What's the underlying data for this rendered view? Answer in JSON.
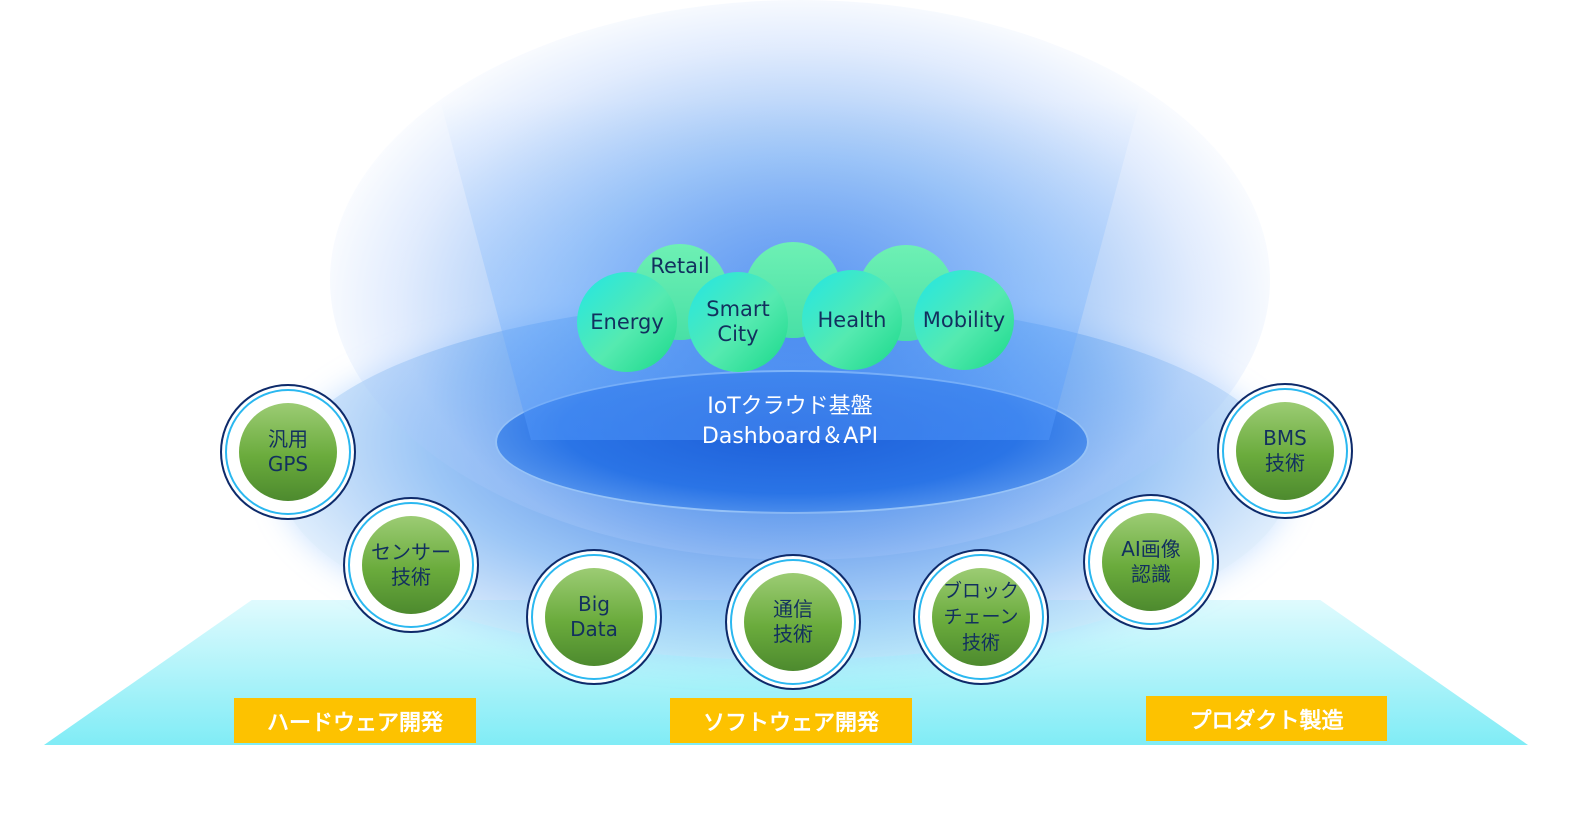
{
  "platform": {
    "line1": "IoTクラウド基盤",
    "line2": "Dashboard＆API"
  },
  "applications": [
    {
      "label": "Retail"
    },
    {
      "label": ""
    },
    {
      "label": ""
    },
    {
      "label": "Energy"
    },
    {
      "label": "Smart\nCity"
    },
    {
      "label": "Health"
    },
    {
      "label": "Mobility"
    }
  ],
  "technologies": [
    {
      "label": "汎用\nGPS"
    },
    {
      "label": "センサー\n技術"
    },
    {
      "label": "Big\nData"
    },
    {
      "label": "通信\n技術"
    },
    {
      "label": "ブロック\nチェーン\n技術"
    },
    {
      "label": "AI画像\n認識"
    },
    {
      "label": "BMS\n技術"
    }
  ],
  "categories": [
    {
      "label": "ハードウェア開発"
    },
    {
      "label": "ソフトウェア開発"
    },
    {
      "label": "プロダクト製造"
    }
  ],
  "colors": {
    "category_bg": "#fdc200",
    "tech_ball": "#6aab3c",
    "app_ball": "#22e6c0",
    "platform": "#1d5ed8",
    "floor": "#80ecf6"
  }
}
